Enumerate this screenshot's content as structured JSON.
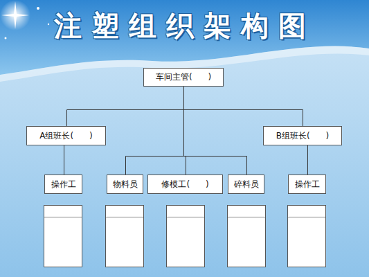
{
  "diagram": {
    "title": "注塑组织架构图",
    "nodes": [
      {
        "text": [
          "车间主管(      )"
        ]
      },
      {
        "text": [
          "A组班长(      )"
        ]
      },
      {
        "text": [
          "B组班长(      )"
        ]
      },
      {
        "text": [
          "操作工"
        ]
      },
      {
        "text": [
          "物料员"
        ]
      },
      {
        "text": [
          "修模工(      )"
        ]
      },
      {
        "text": [
          "碎料员"
        ]
      },
      {
        "text": [
          "操作工"
        ]
      }
    ],
    "edges": [
      {
        "from": 0,
        "to": 1,
        "arrow": "none"
      },
      {
        "from": 0,
        "to": 2,
        "arrow": "none"
      },
      {
        "from": 0,
        "to": 4,
        "arrow": "none"
      },
      {
        "from": 0,
        "to": 5,
        "arrow": "none"
      },
      {
        "from": 0,
        "to": 6,
        "arrow": "none"
      },
      {
        "from": 1,
        "to": 3,
        "arrow": "none"
      },
      {
        "from": 2,
        "to": 7,
        "arrow": "none"
      }
    ]
  }
}
